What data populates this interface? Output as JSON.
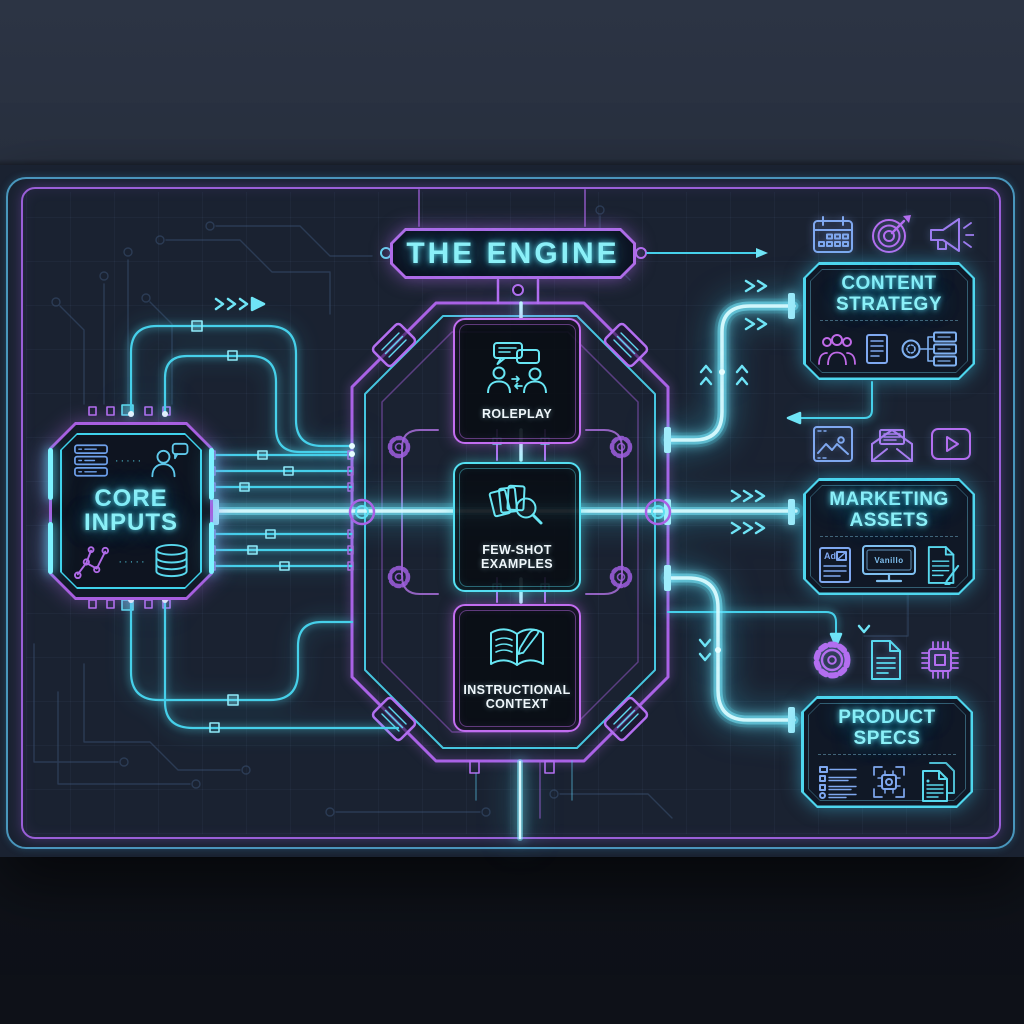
{
  "scene": {
    "description": "Neon cyberpunk circuit-board flow diagram on a dark wall panel",
    "flow": "CORE INPUTS feed THE ENGINE (roleplay, few-shot examples, instructional context) which outputs CONTENT STRATEGY, MARKETING ASSETS and PRODUCT SPECS"
  },
  "colors": {
    "cyan_accent": "#4fd9ef",
    "purple_accent": "#b36ef0",
    "blue_accent": "#7fa8f0",
    "title_text": "#8bf0f8",
    "label_text": "#eff7fb",
    "board_background": "#1a2231"
  },
  "title": {
    "label": "THE ENGINE"
  },
  "core_inputs": {
    "label": "CORE INPUTS",
    "separator_dots": "·····",
    "icons": [
      "server-stack-icon",
      "user-chat-icon",
      "network-nodes-icon",
      "database-icon"
    ]
  },
  "engine_nodes": [
    {
      "label": "ROLEPLAY",
      "icon": "chat-people-icon",
      "border": "purple"
    },
    {
      "label": "FEW-SHOT EXAMPLES",
      "icon": "cards-magnifier-icon",
      "border": "cyan"
    },
    {
      "label": "INSTRUCTIONAL CONTEXT",
      "icon": "book-quill-icon",
      "border": "purple"
    }
  ],
  "outputs": [
    {
      "label": "CONTENT STRATEGY",
      "top_icons": [
        "calendar-icon",
        "target-icon",
        "megaphone-icon"
      ],
      "panel_icons": [
        "people-group-icon",
        "document-list-icon",
        "workflow-icon"
      ]
    },
    {
      "label": "MARKETING ASSETS",
      "ad_text": "Ad",
      "monitor_text": "Vanillo",
      "top_icons": [
        "image-icon",
        "envelope-icon",
        "video-play-icon"
      ],
      "panel_icons": [
        "ad-page-icon",
        "monitor-icon",
        "document-pen-icon"
      ]
    },
    {
      "label": "PRODUCT SPECS",
      "top_icons": [
        "gear-icon",
        "document-icon",
        "chip-icon"
      ],
      "panel_icons": [
        "checklist-icon",
        "chip-frame-icon",
        "documents-stack-icon"
      ]
    }
  ]
}
